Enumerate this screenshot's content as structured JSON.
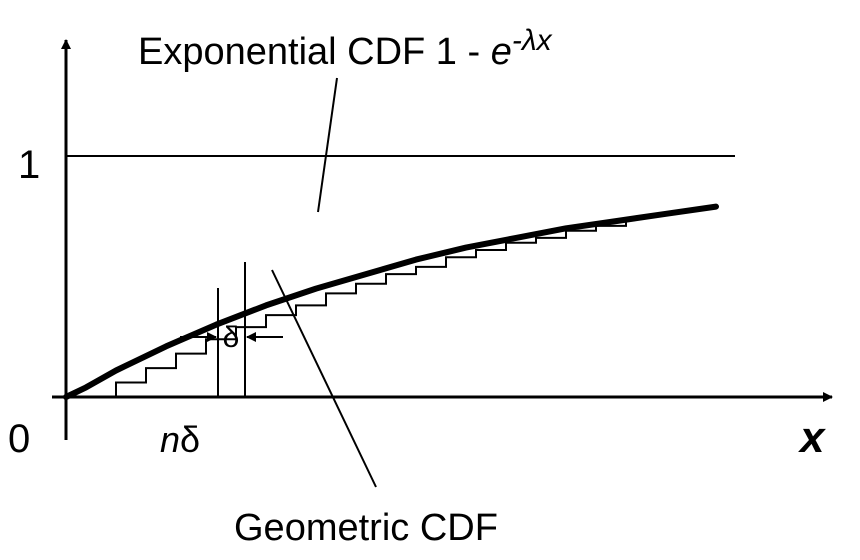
{
  "labels": {
    "exponential_prefix": "Exponential CDF 1 - ",
    "exponential_base": "e",
    "exponential_exponent": "-λx",
    "geometric": "Geometric CDF",
    "one": "1",
    "zero": "0",
    "x_axis": "x",
    "n_delta_n": "n",
    "n_delta_delta": "δ",
    "delta": "δ"
  },
  "colors": {
    "stroke": "#000000",
    "background": "#ffffff"
  },
  "chart_data": {
    "type": "line",
    "xlabel": "x",
    "ylabel": "",
    "y_reference_line": 1,
    "series": [
      {
        "kind": "exponential-cdf",
        "style": "thick-solid",
        "x": [
          0,
          0.2,
          0.5,
          1.0,
          1.5,
          2.0,
          2.5,
          3.0,
          3.5,
          4.0,
          4.5,
          5.0,
          5.5,
          6.0,
          6.5
        ],
        "y": [
          0,
          0.04,
          0.11,
          0.21,
          0.3,
          0.38,
          0.45,
          0.51,
          0.57,
          0.62,
          0.66,
          0.7,
          0.73,
          0.76,
          0.79
        ]
      },
      {
        "kind": "geometric-cdf",
        "style": "thin-step",
        "x": [
          0.2,
          0.5,
          0.8,
          1.1,
          1.4,
          1.7,
          2.0,
          2.3,
          2.6,
          2.9,
          3.2,
          3.5,
          3.8,
          4.1,
          4.4,
          4.7,
          5.0,
          5.3,
          5.6
        ],
        "y": [
          0.0,
          0.06,
          0.12,
          0.18,
          0.24,
          0.29,
          0.34,
          0.38,
          0.43,
          0.47,
          0.51,
          0.54,
          0.58,
          0.61,
          0.64,
          0.66,
          0.69,
          0.71,
          0.73
        ]
      }
    ]
  }
}
